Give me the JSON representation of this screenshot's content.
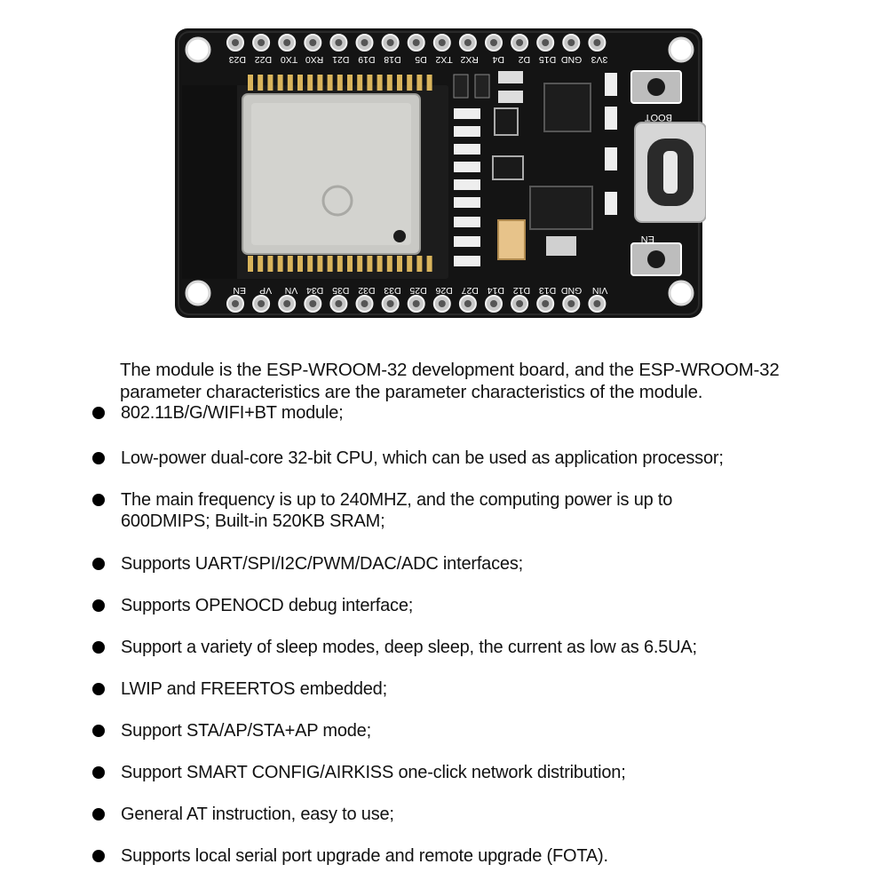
{
  "board": {
    "top_pin_labels": [
      "3V3",
      "GND",
      "D15",
      "D2",
      "D4",
      "RX2",
      "TX2",
      "D5",
      "D18",
      "D19",
      "D21",
      "RX0",
      "TX0",
      "D22",
      "D23"
    ],
    "bottom_pin_labels": [
      "VIN",
      "GND",
      "D13",
      "D12",
      "D14",
      "D27",
      "D26",
      "D25",
      "D33",
      "D32",
      "D35",
      "D34",
      "VN",
      "VP",
      "EN"
    ],
    "boot_label": "BOOT",
    "en_label": "EN",
    "board_color": "#141414",
    "shield_color": "#c9c9c5"
  },
  "intro": "The module is the ESP-WROOM-32 development board, and the ESP-WROOM-32 parameter characteristics are the parameter characteristics of the module.",
  "features": [
    "802.11B/G/WIFI+BT module;",
    "Low-power dual-core 32-bit CPU, which can be used as application processor;",
    "The main frequency is up to 240MHZ, and the computing power is up to 600DMIPS; Built-in 520KB SRAM;",
    "Supports UART/SPI/I2C/PWM/DAC/ADC interfaces;",
    "Supports OPENOCD debug interface;",
    "Support a variety of sleep modes, deep sleep, the current as low as 6.5UA;",
    "LWIP and FREERTOS embedded;",
    "Support STA/AP/STA+AP mode;",
    "Support SMART CONFIG/AIRKISS one-click network distribution;",
    "General AT instruction, easy to use;",
    "Supports local serial port upgrade and remote upgrade (FOTA)."
  ]
}
